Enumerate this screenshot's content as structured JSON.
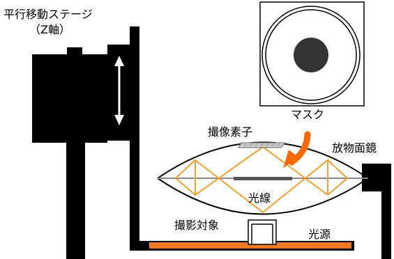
{
  "labels": {
    "stage_title": "平行移動ステージ",
    "stage_axis": "（Z軸）",
    "mask": "マスク",
    "image_sensor": "撮像素子",
    "parabolic_mirror": "放物面鏡",
    "light_ray": "光線",
    "imaging_target": "撮影対象",
    "light_source": "光源"
  },
  "colors": {
    "background": "#ffffff",
    "structure": "#000000",
    "light_ray": "#f0a030",
    "arrow": "#ff6a00",
    "mask_disc": "#333333",
    "light_source_bar": "#f07a2a",
    "sensor": "#c8c8c8",
    "mirror_frame": "#000000"
  },
  "icons": {
    "motion_arrow": "double-headed-vertical-arrow",
    "pointer_arrow": "curved-orange-arrow"
  }
}
